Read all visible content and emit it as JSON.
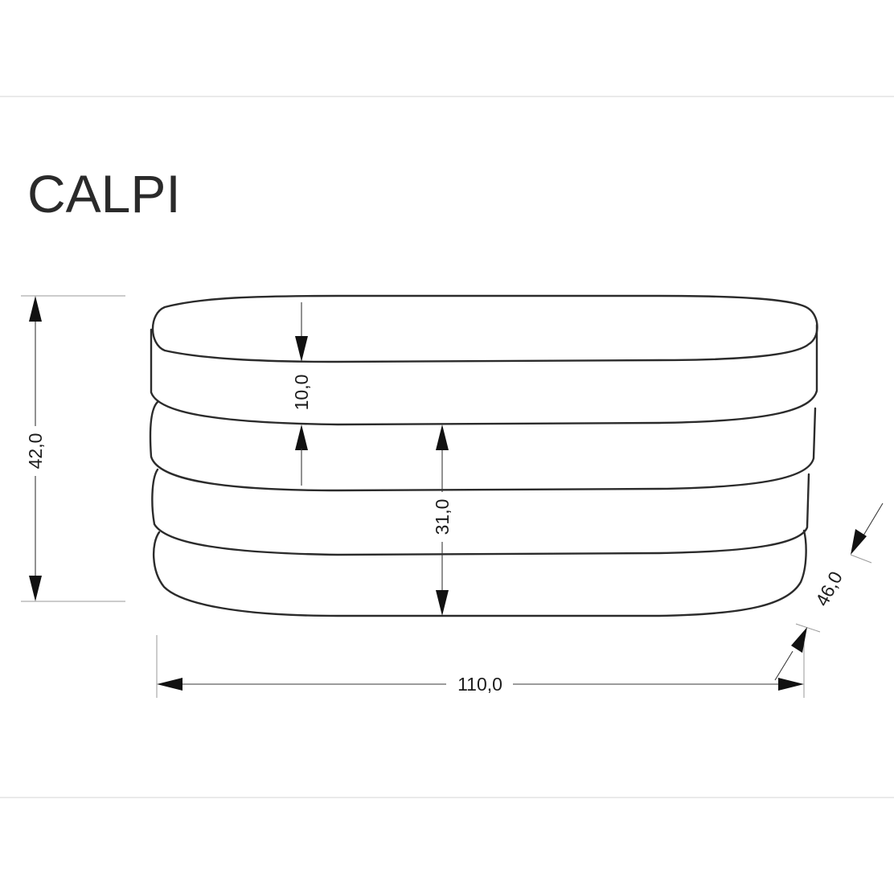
{
  "product": {
    "name": "CALPI"
  },
  "dimensions": {
    "total_height": "42,0",
    "cushion_height": "10,0",
    "base_height": "31,0",
    "width": "110,0",
    "depth": "46,0"
  },
  "colors": {
    "outline": "#2b2b2b",
    "arrow": "#111111",
    "text": "#1c1c1c"
  }
}
